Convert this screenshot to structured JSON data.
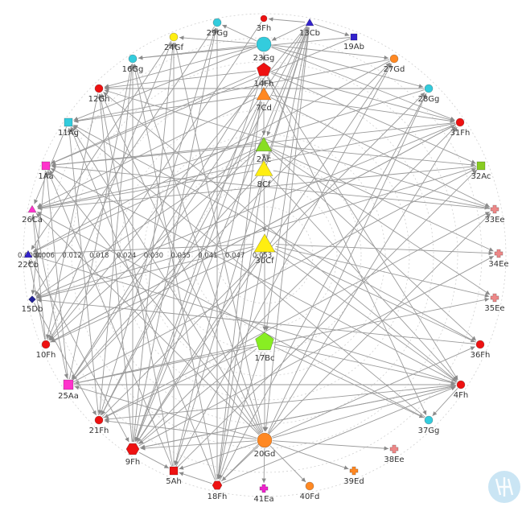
{
  "graph": {
    "axis_labels": [
      "0.0004",
      "0.006",
      "0.012",
      "0.018",
      "0.024",
      "0.030",
      "0.035",
      "0.041",
      "0.047",
      "0.053"
    ],
    "nodes": [
      {
        "id": "1Aa",
        "shape": "square",
        "color": "#ff33cc"
      },
      {
        "id": "2Ac",
        "shape": "triangle",
        "color": "#88dd22"
      },
      {
        "id": "3Fh",
        "shape": "circle",
        "color": "#ee1111"
      },
      {
        "id": "4Fh",
        "shape": "circle",
        "color": "#ee1111"
      },
      {
        "id": "5Ah",
        "shape": "square",
        "color": "#ee1111"
      },
      {
        "id": "7Cd",
        "shape": "triangle",
        "color": "#ff8822"
      },
      {
        "id": "8Cf",
        "shape": "triangle",
        "color": "#ffee11"
      },
      {
        "id": "9Fh",
        "shape": "hexagon",
        "color": "#ee1111"
      },
      {
        "id": "10Fh",
        "shape": "circle",
        "color": "#ee1111"
      },
      {
        "id": "11Ag",
        "shape": "square",
        "color": "#33ccdd"
      },
      {
        "id": "12Gh",
        "shape": "circle",
        "color": "#ee1111"
      },
      {
        "id": "13Cb",
        "shape": "triangle",
        "color": "#3322cc"
      },
      {
        "id": "14Fh",
        "shape": "pentagon",
        "color": "#ee1111"
      },
      {
        "id": "15Db",
        "shape": "diamond",
        "color": "#222299"
      },
      {
        "id": "16Gg",
        "shape": "circle",
        "color": "#33ccdd"
      },
      {
        "id": "17Bc",
        "shape": "pentagon",
        "color": "#88ee22"
      },
      {
        "id": "18Fh",
        "shape": "hexagon",
        "color": "#ee1111"
      },
      {
        "id": "19Ab",
        "shape": "square",
        "color": "#3322cc"
      },
      {
        "id": "20Gd",
        "shape": "circle",
        "color": "#ff8822"
      },
      {
        "id": "21Fh",
        "shape": "circle",
        "color": "#ee1111"
      },
      {
        "id": "22Cb",
        "shape": "triangle",
        "color": "#3322cc"
      },
      {
        "id": "23Gg",
        "shape": "circle",
        "color": "#33ccdd"
      },
      {
        "id": "24Gf",
        "shape": "circle",
        "color": "#ffee11"
      },
      {
        "id": "25Aa",
        "shape": "square",
        "color": "#ff33cc"
      },
      {
        "id": "26Ca",
        "shape": "triangle",
        "color": "#ff33cc"
      },
      {
        "id": "27Gd",
        "shape": "circle",
        "color": "#ff8822"
      },
      {
        "id": "28Gg",
        "shape": "circle",
        "color": "#33ccdd"
      },
      {
        "id": "29Gg",
        "shape": "circle",
        "color": "#33ccdd"
      },
      {
        "id": "30Cf",
        "shape": "triangle",
        "color": "#ffee11"
      },
      {
        "id": "31Fh",
        "shape": "circle",
        "color": "#ee1111"
      },
      {
        "id": "32Ac",
        "shape": "square",
        "color": "#88cc22"
      },
      {
        "id": "33Ee",
        "shape": "cross",
        "color": "#ee8888"
      },
      {
        "id": "34Ee",
        "shape": "cross",
        "color": "#ee8888"
      },
      {
        "id": "35Ee",
        "shape": "cross",
        "color": "#ee8888"
      },
      {
        "id": "36Fh",
        "shape": "circle",
        "color": "#ee1111"
      },
      {
        "id": "37Gg",
        "shape": "circle",
        "color": "#33ccdd"
      },
      {
        "id": "38Ee",
        "shape": "cross",
        "color": "#ee8888"
      },
      {
        "id": "39Ed",
        "shape": "cross",
        "color": "#ff8822"
      },
      {
        "id": "40Fd",
        "shape": "circle",
        "color": "#ff8822"
      },
      {
        "id": "41Ea",
        "shape": "cross",
        "color": "#ee22cc"
      }
    ],
    "edges": [
      [
        "13Cb",
        "3Fh"
      ],
      [
        "13Cb",
        "19Ab"
      ],
      [
        "13Cb",
        "23Gg"
      ],
      [
        "13Cb",
        "2Ac"
      ],
      [
        "13Cb",
        "8Cf"
      ],
      [
        "13Cb",
        "9Fh"
      ],
      [
        "13Cb",
        "18Fh"
      ],
      [
        "13Cb",
        "5Ah"
      ],
      [
        "13Cb",
        "21Fh"
      ],
      [
        "13Cb",
        "25Aa"
      ],
      [
        "13Cb",
        "10Fh"
      ],
      [
        "13Cb",
        "20Gd"
      ],
      [
        "13Cb",
        "17Bc"
      ],
      [
        "23Gg",
        "29Gg"
      ],
      [
        "23Gg",
        "24Gf"
      ],
      [
        "23Gg",
        "16Gg"
      ],
      [
        "23Gg",
        "27Gd"
      ],
      [
        "23Gg",
        "28Gg"
      ],
      [
        "23Gg",
        "31Fh"
      ],
      [
        "23Gg",
        "12Gh"
      ],
      [
        "23Gg",
        "11Ag"
      ],
      [
        "23Gg",
        "14Fh"
      ],
      [
        "14Fh",
        "7Cd"
      ],
      [
        "14Fh",
        "12Gh"
      ],
      [
        "14Fh",
        "31Fh"
      ],
      [
        "14Fh",
        "1Aa"
      ],
      [
        "14Fh",
        "32Ac"
      ],
      [
        "14Fh",
        "9Fh"
      ],
      [
        "14Fh",
        "18Fh"
      ],
      [
        "14Fh",
        "4Fh"
      ],
      [
        "14Fh",
        "37Gg"
      ],
      [
        "14Fh",
        "25Aa"
      ],
      [
        "7Cd",
        "2Ac"
      ],
      [
        "7Cd",
        "11Ag"
      ],
      [
        "7Cd",
        "31Fh"
      ],
      [
        "7Cd",
        "26Ca"
      ],
      [
        "7Cd",
        "33Ee"
      ],
      [
        "7Cd",
        "9Fh"
      ],
      [
        "7Cd",
        "5Ah"
      ],
      [
        "7Cd",
        "21Fh"
      ],
      [
        "2Ac",
        "8Cf"
      ],
      [
        "2Ac",
        "1Aa"
      ],
      [
        "2Ac",
        "32Ac"
      ],
      [
        "2Ac",
        "22Cb"
      ],
      [
        "2Ac",
        "34Ee"
      ],
      [
        "2Ac",
        "15Db"
      ],
      [
        "2Ac",
        "35Ee"
      ],
      [
        "2Ac",
        "10Fh"
      ],
      [
        "2Ac",
        "36Fh"
      ],
      [
        "8Cf",
        "30Cf"
      ],
      [
        "8Cf",
        "26Ca"
      ],
      [
        "8Cf",
        "33Ee"
      ],
      [
        "8Cf",
        "4Fh"
      ],
      [
        "8Cf",
        "25Aa"
      ],
      [
        "8Cf",
        "18Fh"
      ],
      [
        "30Cf",
        "17Bc"
      ],
      [
        "30Cf",
        "22Cb"
      ],
      [
        "30Cf",
        "34Ee"
      ],
      [
        "30Cf",
        "15Db"
      ],
      [
        "30Cf",
        "35Ee"
      ],
      [
        "30Cf",
        "10Fh"
      ],
      [
        "30Cf",
        "36Fh"
      ],
      [
        "30Cf",
        "9Fh"
      ],
      [
        "30Cf",
        "4Fh"
      ],
      [
        "17Bc",
        "20Gd"
      ],
      [
        "17Bc",
        "25Aa"
      ],
      [
        "17Bc",
        "4Fh"
      ],
      [
        "17Bc",
        "21Fh"
      ],
      [
        "17Bc",
        "37Gg"
      ],
      [
        "17Bc",
        "9Fh"
      ],
      [
        "17Bc",
        "18Fh"
      ],
      [
        "20Gd",
        "9Fh"
      ],
      [
        "20Gd",
        "5Ah"
      ],
      [
        "20Gd",
        "18Fh"
      ],
      [
        "20Gd",
        "41Ea"
      ],
      [
        "20Gd",
        "40Fd"
      ],
      [
        "20Gd",
        "39Ed"
      ],
      [
        "20Gd",
        "38Ee"
      ],
      [
        "20Gd",
        "21Fh"
      ],
      [
        "20Gd",
        "25Aa"
      ],
      [
        "20Gd",
        "4Fh"
      ],
      [
        "20Gd",
        "36Fh"
      ],
      [
        "20Gd",
        "12Gh"
      ],
      [
        "20Gd",
        "1Aa"
      ],
      [
        "20Gd",
        "26Ca"
      ],
      [
        "20Gd",
        "31Fh"
      ],
      [
        "20Gd",
        "11Ag"
      ],
      [
        "20Gd",
        "16Gg"
      ],
      [
        "20Gd",
        "28Gg"
      ],
      [
        "20Gd",
        "24Gf"
      ],
      [
        "9Fh",
        "12Gh"
      ],
      [
        "9Fh",
        "16Gg"
      ],
      [
        "9Fh",
        "24Gf"
      ],
      [
        "9Fh",
        "29Gg"
      ],
      [
        "9Fh",
        "27Gd"
      ],
      [
        "9Fh",
        "31Fh"
      ],
      [
        "9Fh",
        "4Fh"
      ],
      [
        "9Fh",
        "34Ee"
      ],
      [
        "9Fh",
        "5Ah"
      ],
      [
        "18Fh",
        "11Ag"
      ],
      [
        "18Fh",
        "16Gg"
      ],
      [
        "18Fh",
        "28Gg"
      ],
      [
        "18Fh",
        "29Gg"
      ],
      [
        "18Fh",
        "33Ee"
      ],
      [
        "18Fh",
        "4Fh"
      ],
      [
        "18Fh",
        "5Ah"
      ],
      [
        "5Ah",
        "12Gh"
      ],
      [
        "5Ah",
        "24Gf"
      ],
      [
        "5Ah",
        "27Gd"
      ],
      [
        "5Ah",
        "1Aa"
      ],
      [
        "5Ah",
        "32Ac"
      ],
      [
        "21Fh",
        "11Ag"
      ],
      [
        "21Fh",
        "29Gg"
      ],
      [
        "21Fh",
        "28Gg"
      ],
      [
        "21Fh",
        "33Ee"
      ],
      [
        "25Aa",
        "16Gg"
      ],
      [
        "25Aa",
        "27Gd"
      ],
      [
        "25Aa",
        "32Ac"
      ],
      [
        "25Aa",
        "1Aa"
      ],
      [
        "25Aa",
        "35Ee"
      ],
      [
        "25Aa",
        "4Fh"
      ],
      [
        "10Fh",
        "24Gf"
      ],
      [
        "10Fh",
        "26Ca"
      ],
      [
        "10Fh",
        "22Cb"
      ],
      [
        "10Fh",
        "31Fh"
      ],
      [
        "4Fh",
        "12Gh"
      ],
      [
        "4Fh",
        "1Aa"
      ],
      [
        "4Fh",
        "22Cb"
      ],
      [
        "4Fh",
        "9Fh"
      ],
      [
        "4Fh",
        "21Fh"
      ],
      [
        "4Fh",
        "37Gg"
      ],
      [
        "37Gg",
        "11Ag"
      ],
      [
        "37Gg",
        "26Ca"
      ],
      [
        "36Fh",
        "11Ag"
      ],
      [
        "36Fh",
        "15Db"
      ],
      [
        "31Fh",
        "1Aa"
      ],
      [
        "31Fh",
        "26Ca"
      ],
      [
        "31Fh",
        "15Db"
      ],
      [
        "31Fh",
        "10Fh"
      ],
      [
        "28Gg",
        "12Gh"
      ],
      [
        "28Gg",
        "26Ca"
      ],
      [
        "27Gd",
        "11Ag"
      ],
      [
        "27Gd",
        "22Cb"
      ],
      [
        "19Ab",
        "1Aa"
      ],
      [
        "19Ab",
        "16Gg"
      ],
      [
        "32Ac",
        "26Ca"
      ],
      [
        "32Ac",
        "15Db"
      ],
      [
        "33Ee",
        "1Aa"
      ],
      [
        "33Ee",
        "12Gh"
      ],
      [
        "1Aa",
        "15Db"
      ],
      [
        "12Gh",
        "10Fh"
      ],
      [
        "11Ag",
        "26Ca"
      ],
      [
        "16Gg",
        "21Fh"
      ],
      [
        "24Gf",
        "22Cb"
      ],
      [
        "29Gg",
        "15Db"
      ],
      [
        "3Fh",
        "10Fh"
      ],
      [
        "26Ca",
        "25Aa"
      ],
      [
        "22Cb",
        "9Fh"
      ],
      [
        "15Db",
        "21Fh"
      ]
    ]
  }
}
